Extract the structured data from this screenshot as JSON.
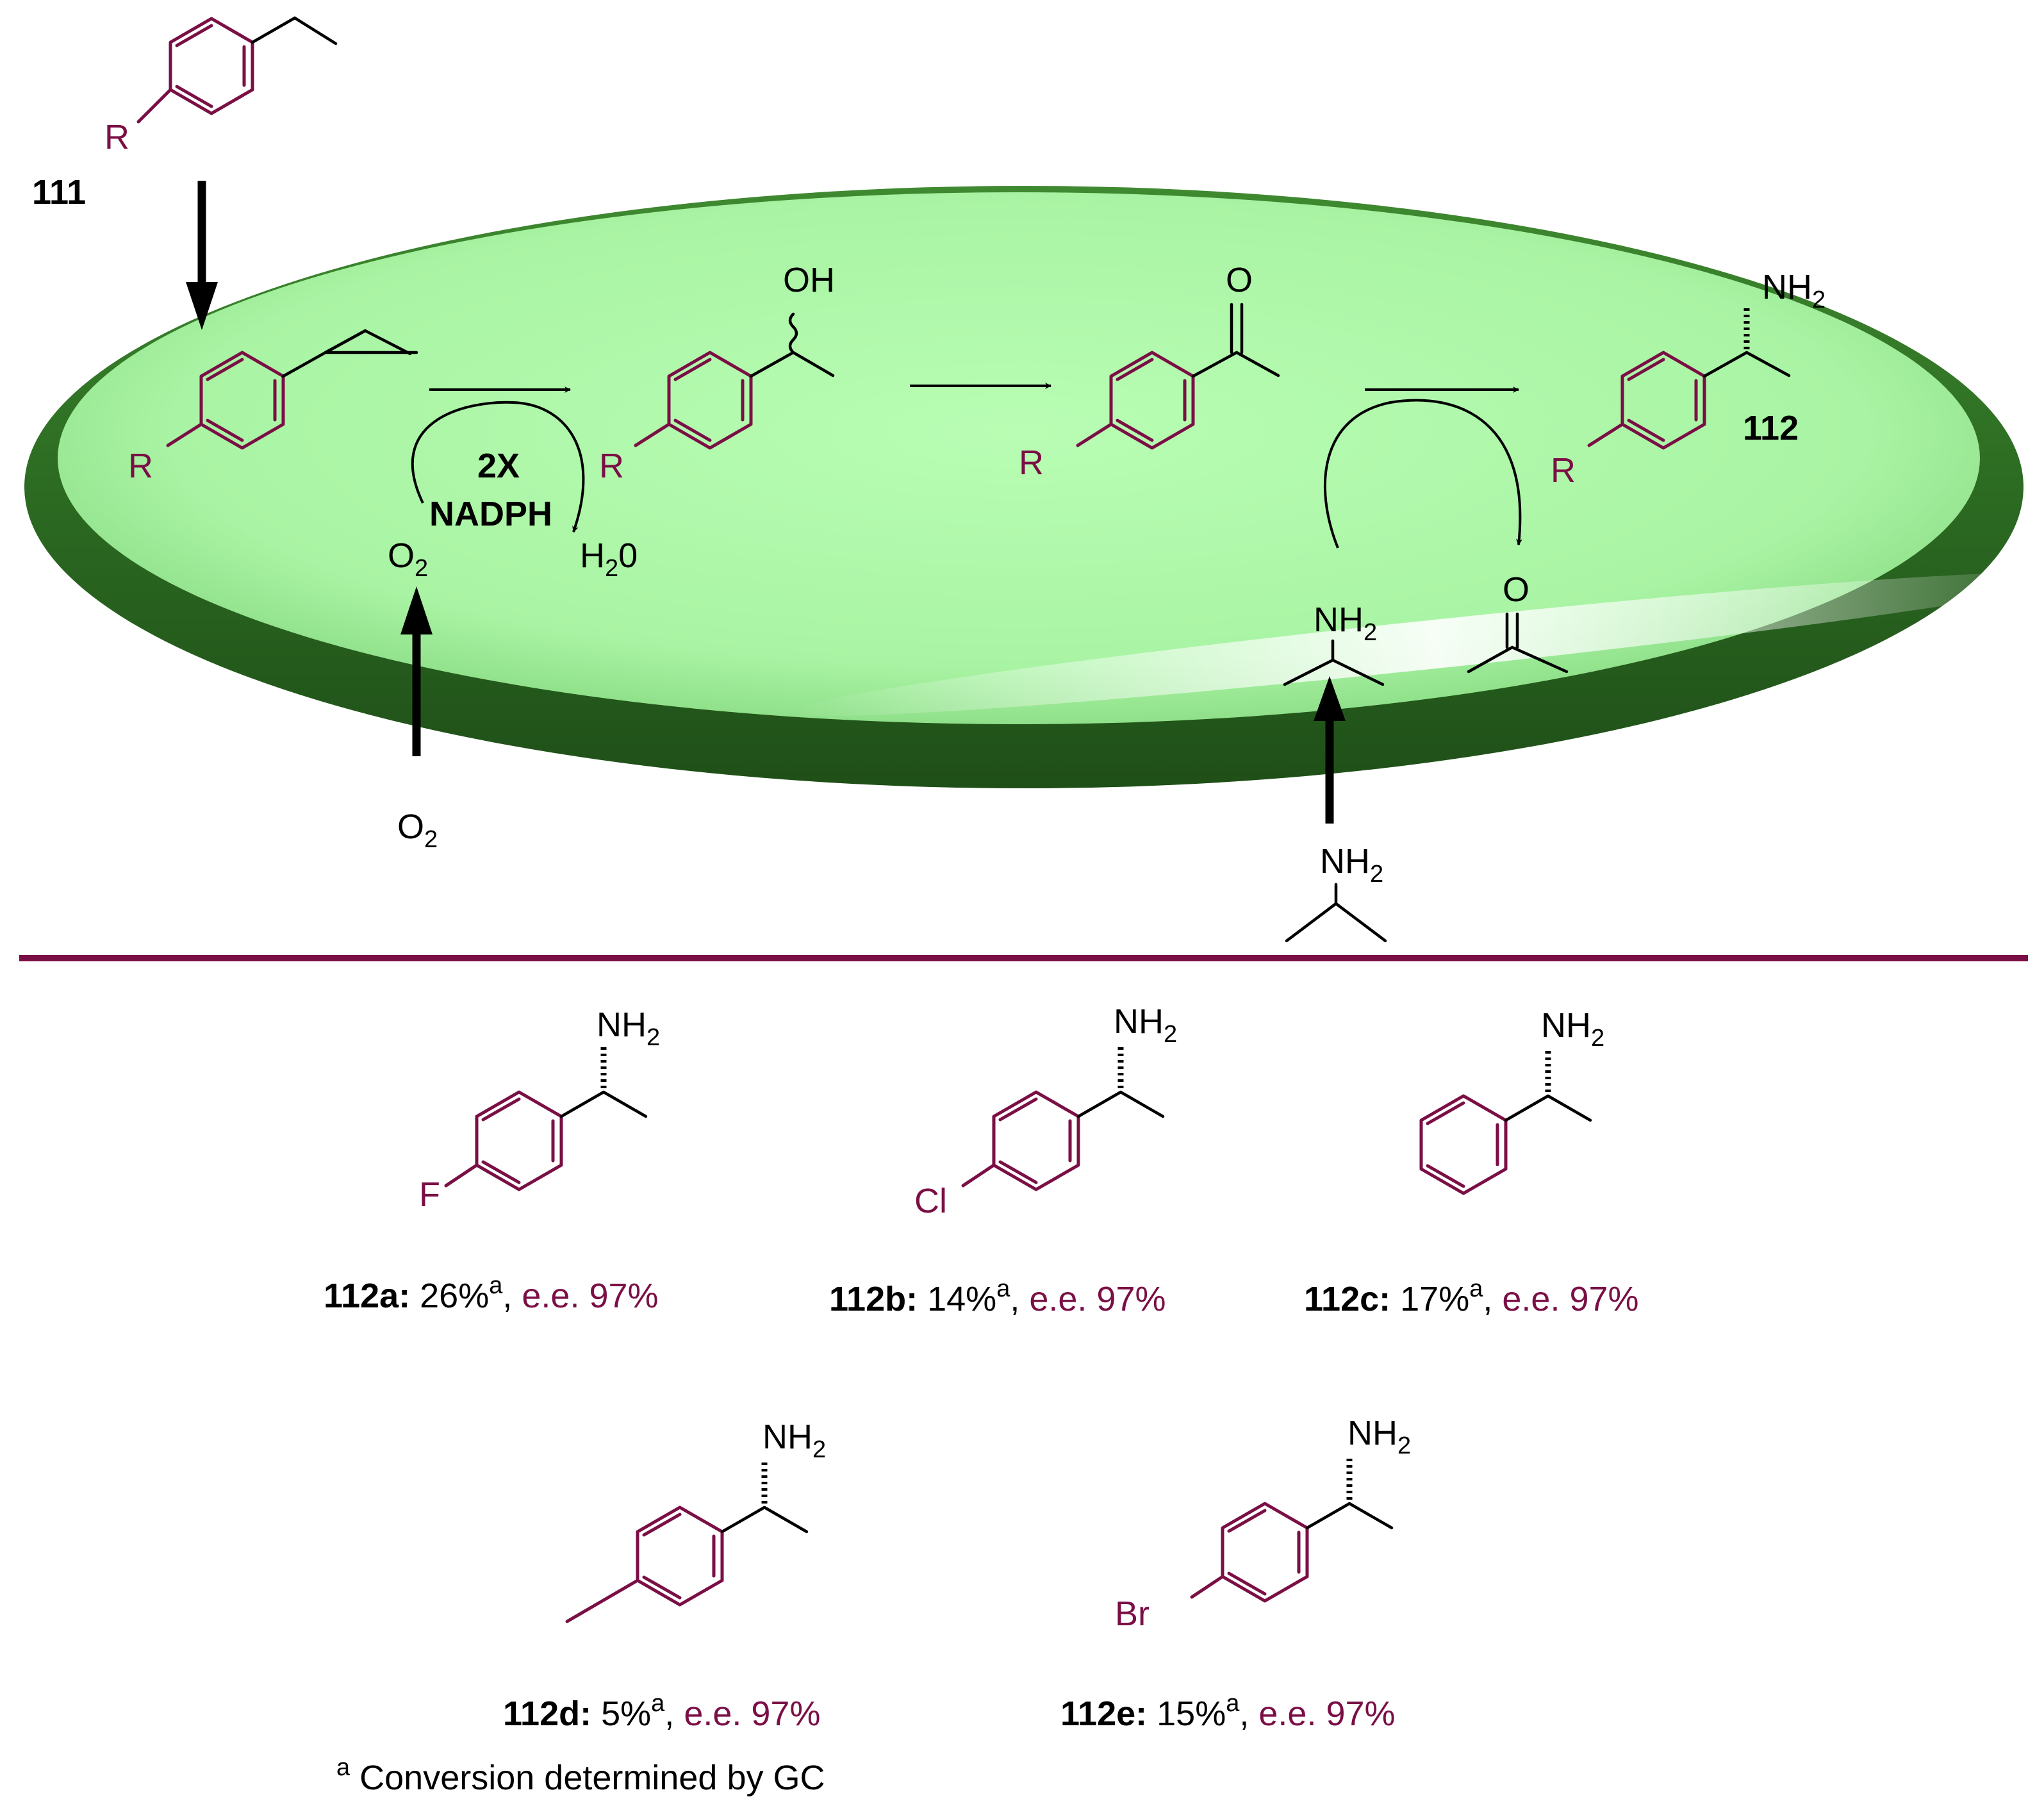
{
  "colors": {
    "ring": "#7a0f45",
    "cell_fill": "#b4fcb0",
    "cell_rim": "#2e6e23",
    "divider": "#7a0f45",
    "ee_text": "#7a0f45"
  },
  "scheme": {
    "start_label": "111",
    "product_label": "112",
    "r": "R",
    "oh": "OH",
    "o": "O",
    "nh": "NH",
    "sub2": "2",
    "cofactor_line1": "2X",
    "cofactor_line2": "NADPH",
    "o2_inside_main": "O",
    "o2_outside_main": "O",
    "water_main": "H",
    "water_tail": "0",
    "amine_inside_main": "NH",
    "amine_outside_main": "NH"
  },
  "products": [
    {
      "id": "112a:",
      "substituent": "F",
      "conversion": " 26%",
      "sup": "a",
      "comma": ",",
      "ee": " e.e. 97%"
    },
    {
      "id": "112b:",
      "substituent": "Cl",
      "conversion": " 14%",
      "sup": "a",
      "comma": ",",
      "ee": " e.e. 97%"
    },
    {
      "id": "112c:",
      "substituent": "",
      "conversion": " 17%",
      "sup": "a",
      "comma": ",",
      "ee": " e.e. 97%"
    },
    {
      "id": "112d:",
      "substituent": "",
      "conversion": " 5%",
      "sup": "a",
      "comma": ",",
      "ee": " e.e. 97%"
    },
    {
      "id": "112e:",
      "substituent": "Br",
      "conversion": " 15%",
      "sup": "a",
      "comma": ",",
      "ee": " e.e. 97%"
    }
  ],
  "footnote": {
    "mark": "a",
    "text": " Conversion determined by GC"
  }
}
